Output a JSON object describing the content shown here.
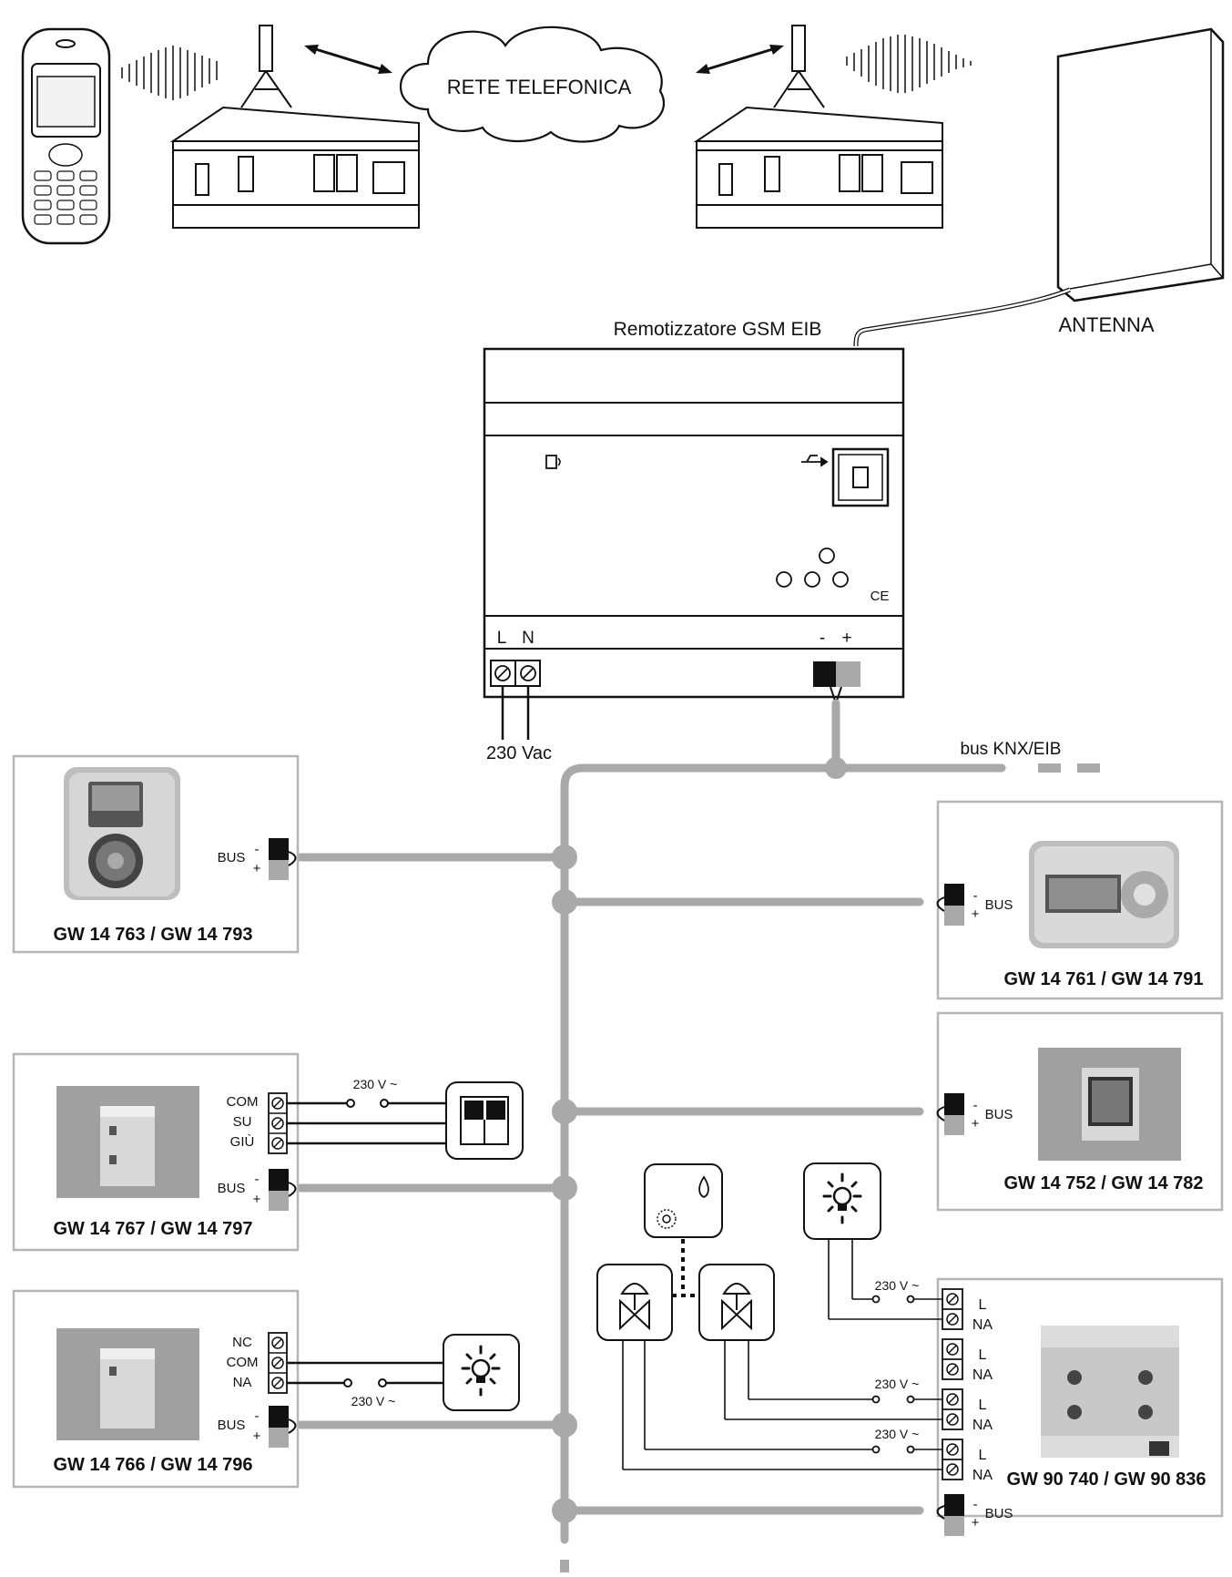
{
  "network": {
    "label": "RETE TELEFONICA"
  },
  "gateway": {
    "title": "Remotizzatore GSM EIB",
    "terminal_L": "L",
    "terminal_N": "N",
    "terminal_minus": "-",
    "terminal_plus": "+",
    "ce_mark": "CE",
    "supply": "230 Vac"
  },
  "antenna": {
    "label": "ANTENNA"
  },
  "bus": {
    "label": "bus KNX/EIB"
  },
  "common": {
    "bus": "BUS",
    "minus": "-",
    "plus": "+",
    "v230": "230 V ~"
  },
  "devices": {
    "thermostat_left": {
      "code": "GW 14 763 / GW 14 793"
    },
    "thermostat_right": {
      "code": "GW 14 761 / GW 14 791"
    },
    "blind_module": {
      "code": "GW 14 767 / GW 14 797",
      "t1": "COM",
      "t2": "SU",
      "t3": "GIÙ"
    },
    "touch_module": {
      "code": "GW 14 752 / GW 14 782"
    },
    "relay_module": {
      "code": "GW 14 766 / GW 14 796",
      "t1": "NC",
      "t2": "COM",
      "t3": "NA"
    },
    "actuator": {
      "code": "GW 90 740 / GW 90 836",
      "l": "L",
      "na": "NA"
    }
  }
}
